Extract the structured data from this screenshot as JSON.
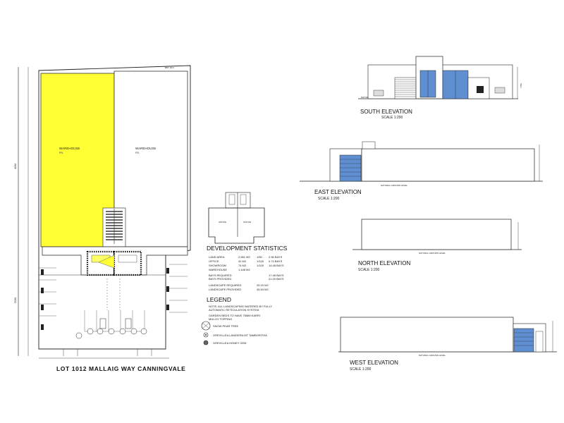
{
  "site": {
    "lot_caption": "LOT 1012 MALLAIG WAY CANNINGVALE",
    "warehouse_left": "WAREHOUSE",
    "warehouse_right": "WAREHOUSE",
    "fill_color": "#ffff33"
  },
  "stats": {
    "title": "DEVELOPMENT STATISTICS",
    "rows": [
      {
        "label": "LAND AREA",
        "value": "2,561 M2",
        "ratio": "1/50",
        "bays": "2.56 BAYS"
      },
      {
        "label": "OFFICE",
        "value": "42 M2",
        "ratio": "1/100",
        "bays": "0.74 BAYS"
      },
      {
        "label": "SHOWROOM",
        "value": "74 M2",
        "ratio": "1/100",
        "bays": "14.48 BAYS"
      },
      {
        "label": "WAREHOUSE",
        "value": "1,448 M2",
        "ratio": "",
        "bays": ""
      }
    ],
    "bays_required": "BAYS REQUIRED",
    "bays_provided": "BAYS PROVIDED",
    "bays_required_val": "17.48 BAYS",
    "bays_provided_val": "21.00 BAYS",
    "landscape_required": "LANDSCAPE REQUIRED",
    "landscape_provided": "LANDSCAPE PROVIDED",
    "landscape_required_val": "25.20 M2",
    "landscape_provided_val": "45.54 M2"
  },
  "legend": {
    "title": "LEGEND",
    "note_1": "NOTE: ALL LANDSCAPING WATERED BY FULLY",
    "note_2": "AUTOMATIC RETICULATION SYSTEM.",
    "note_3": "GARDEN BEDS TO HAVE 75MM KARRI",
    "note_4": "MULCH TOPPING",
    "items": [
      "SNOW PEAR TREE",
      "GREVILLEA LANIGERA MT TAMBORITHA",
      "GREVILLEA HONEY GEM"
    ]
  },
  "elevations": {
    "south": {
      "title": "SOUTH ELEVATION",
      "scale": "SCALE 1:200"
    },
    "east": {
      "title": "EAST ELEVATION",
      "scale": "SCALE 1:200"
    },
    "north": {
      "title": "NORTH ELEVATION",
      "scale": "SCALE 1:200"
    },
    "west": {
      "title": "WEST ELEVATION",
      "scale": "SCALE 1:200"
    },
    "ground_label": "NATURAL GROUND LEVEL",
    "glass_color": "#5f8fd0"
  }
}
